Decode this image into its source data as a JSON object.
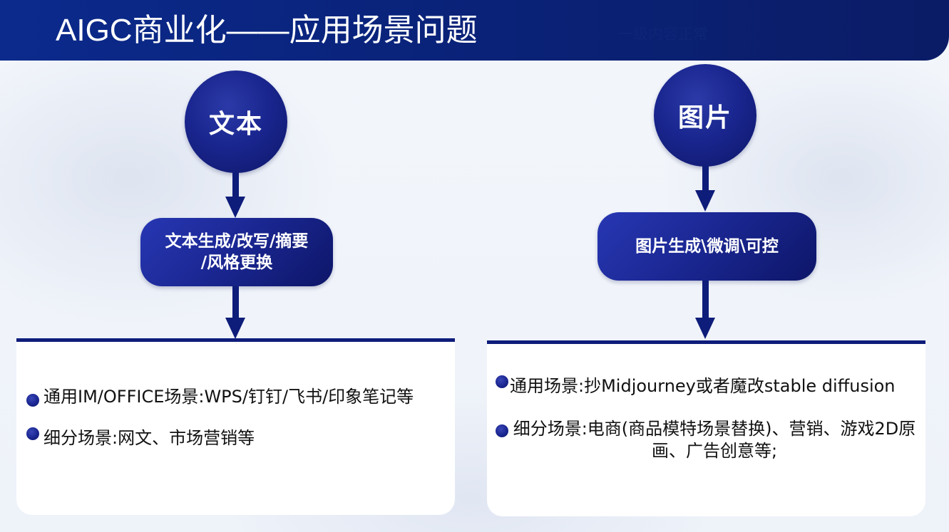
{
  "title": "AIGC商业化——应用场景问题",
  "ghost_note": "一级内容正常",
  "left": {
    "circle_label": "文本",
    "pill_line1": "文本生成/改写/摘要",
    "pill_line2": "/风格更换",
    "bullets": [
      "通用IM/OFFICE场景:WPS/钉钉/飞书/印象笔记等",
      "细分场景:网文、市场营销等"
    ]
  },
  "right": {
    "circle_label": "图片",
    "pill_label": "图片生成\\微调\\可控",
    "bullets": [
      "通用场景:抄Midjourney或者魔改stable diffusion",
      "细分场景:电商(商品模特场景替换)、营销、游戏2D原画、广告创意等;"
    ]
  },
  "colors": {
    "header": "#0a237a",
    "node_fill": "#1a268f",
    "arrow": "#0e1c7a",
    "panel": "#ffffff"
  }
}
